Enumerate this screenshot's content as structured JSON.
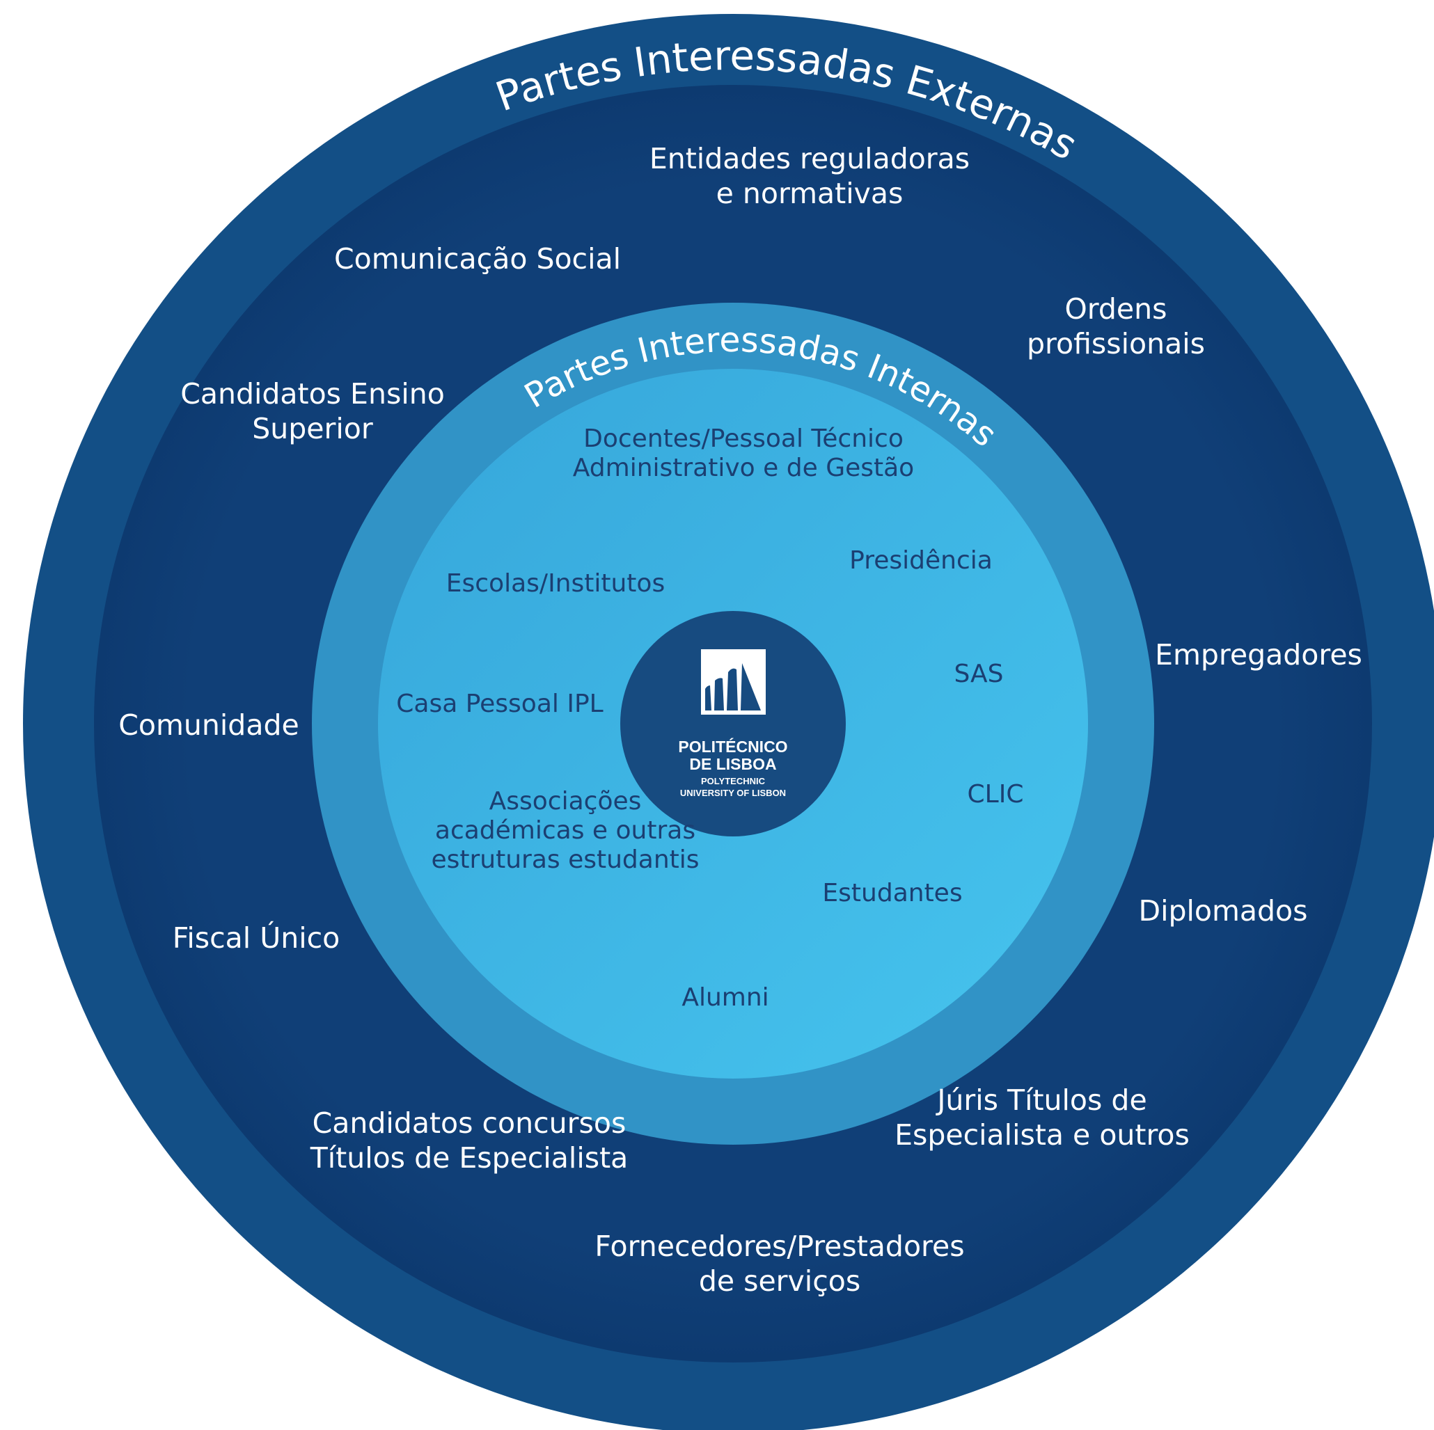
{
  "titles": {
    "external": "Partes Interessadas Externas",
    "internal": "Partes Interessadas Internas"
  },
  "external_groups": [
    {
      "lines": [
        "Entidades reguladoras",
        "e normativas"
      ]
    },
    {
      "lines": [
        "Comunicação Social"
      ]
    },
    {
      "lines": [
        "Ordens",
        "profissionais"
      ]
    },
    {
      "lines": [
        "Candidatos Ensino",
        "Superior"
      ]
    },
    {
      "lines": [
        "Empregadores"
      ]
    },
    {
      "lines": [
        "Comunidade"
      ]
    },
    {
      "lines": [
        "Diplomados"
      ]
    },
    {
      "lines": [
        "Fiscal Único"
      ]
    },
    {
      "lines": [
        "Júris Títulos de",
        "Especialista e outros"
      ]
    },
    {
      "lines": [
        "Candidatos concursos",
        "Títulos de Especialista"
      ]
    },
    {
      "lines": [
        "Fornecedores/Prestadores",
        "de serviços"
      ]
    }
  ],
  "internal_groups": [
    {
      "lines": [
        "Docentes/Pessoal Técnico",
        "Administrativo e de Gestão"
      ]
    },
    {
      "lines": [
        "Presidência"
      ]
    },
    {
      "lines": [
        "Escolas/Institutos"
      ]
    },
    {
      "lines": [
        "SAS"
      ]
    },
    {
      "lines": [
        "Casa Pessoal IPL"
      ]
    },
    {
      "lines": [
        "CLIC"
      ]
    },
    {
      "lines": [
        "Associações",
        "académicas e outras",
        "estruturas estudantis"
      ]
    },
    {
      "lines": [
        "Estudantes"
      ]
    },
    {
      "lines": [
        "Alumni"
      ]
    }
  ],
  "logo": {
    "line1": "POLITÉCNICO",
    "line2": "DE LISBOA",
    "line3": "POLYTECHNIC",
    "line4": "UNIVERSITY OF LISBON"
  },
  "colors": {
    "outer_ring": "#134f86",
    "outer_inner": "#0f4279",
    "internal_ring": "#3193c6",
    "internal_fill_top": "#3aaedf",
    "internal_fill_bottom": "#44c0ec",
    "center": "#174b80",
    "external_text": "#ffffff",
    "internal_text": "#1b3f72"
  }
}
